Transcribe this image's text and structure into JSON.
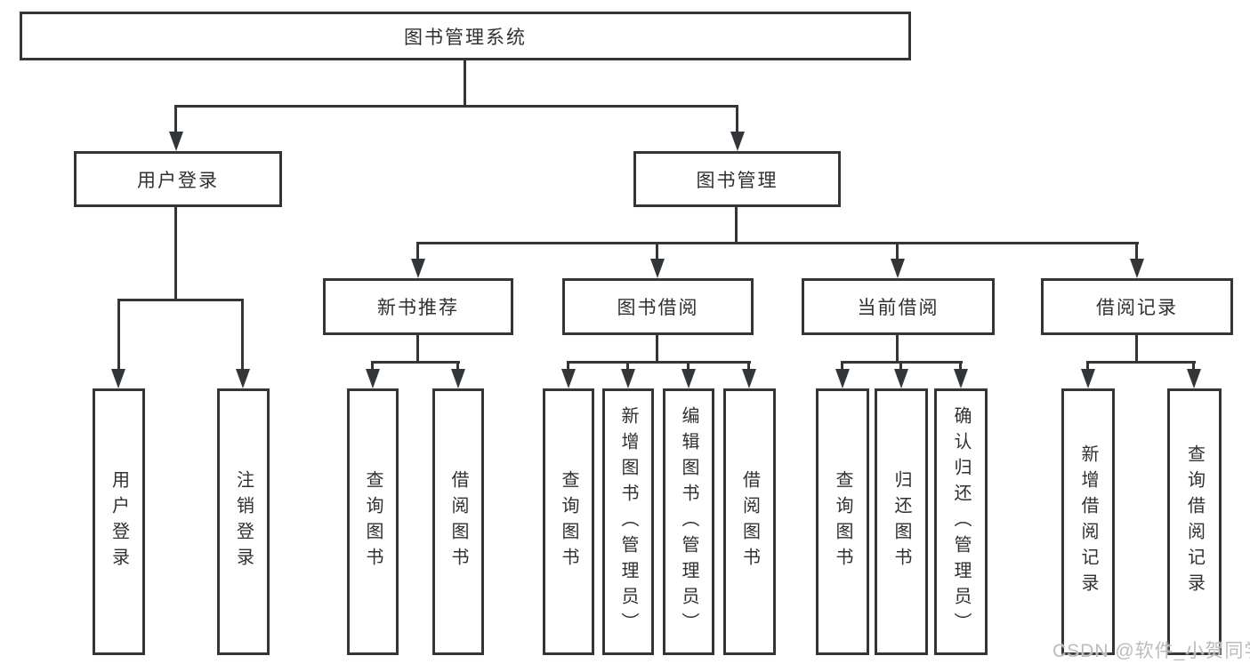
{
  "diagram": {
    "title": "图书管理系统",
    "type": "hierarchy-tree",
    "colors": {
      "line": "#333639",
      "box_border": "#333639",
      "box_fill": "#ffffff",
      "text": "#2e3033",
      "background": "#ffffff",
      "watermark": "#bcbcbc"
    },
    "tree": {
      "label": "图书管理系统",
      "children": [
        {
          "label": "用户登录",
          "children": [
            {
              "label": "用户登录"
            },
            {
              "label": "注销登录"
            }
          ]
        },
        {
          "label": "图书管理",
          "children": [
            {
              "label": "新书推荐",
              "children": [
                {
                  "label": "查询图书"
                },
                {
                  "label": "借阅图书"
                }
              ]
            },
            {
              "label": "图书借阅",
              "children": [
                {
                  "label": "查询图书"
                },
                {
                  "label": "新增图书（管理员）"
                },
                {
                  "label": "编辑图书（管理员）"
                },
                {
                  "label": "借阅图书"
                }
              ]
            },
            {
              "label": "当前借阅",
              "children": [
                {
                  "label": "查询图书"
                },
                {
                  "label": "归还图书"
                },
                {
                  "label": "确认归还（管理员）"
                }
              ]
            },
            {
              "label": "借阅记录",
              "children": [
                {
                  "label": "新增借阅记录"
                },
                {
                  "label": "查询借阅记录"
                }
              ]
            }
          ]
        }
      ]
    }
  },
  "watermark": {
    "text": "CSDN @软件_小贺同学"
  }
}
